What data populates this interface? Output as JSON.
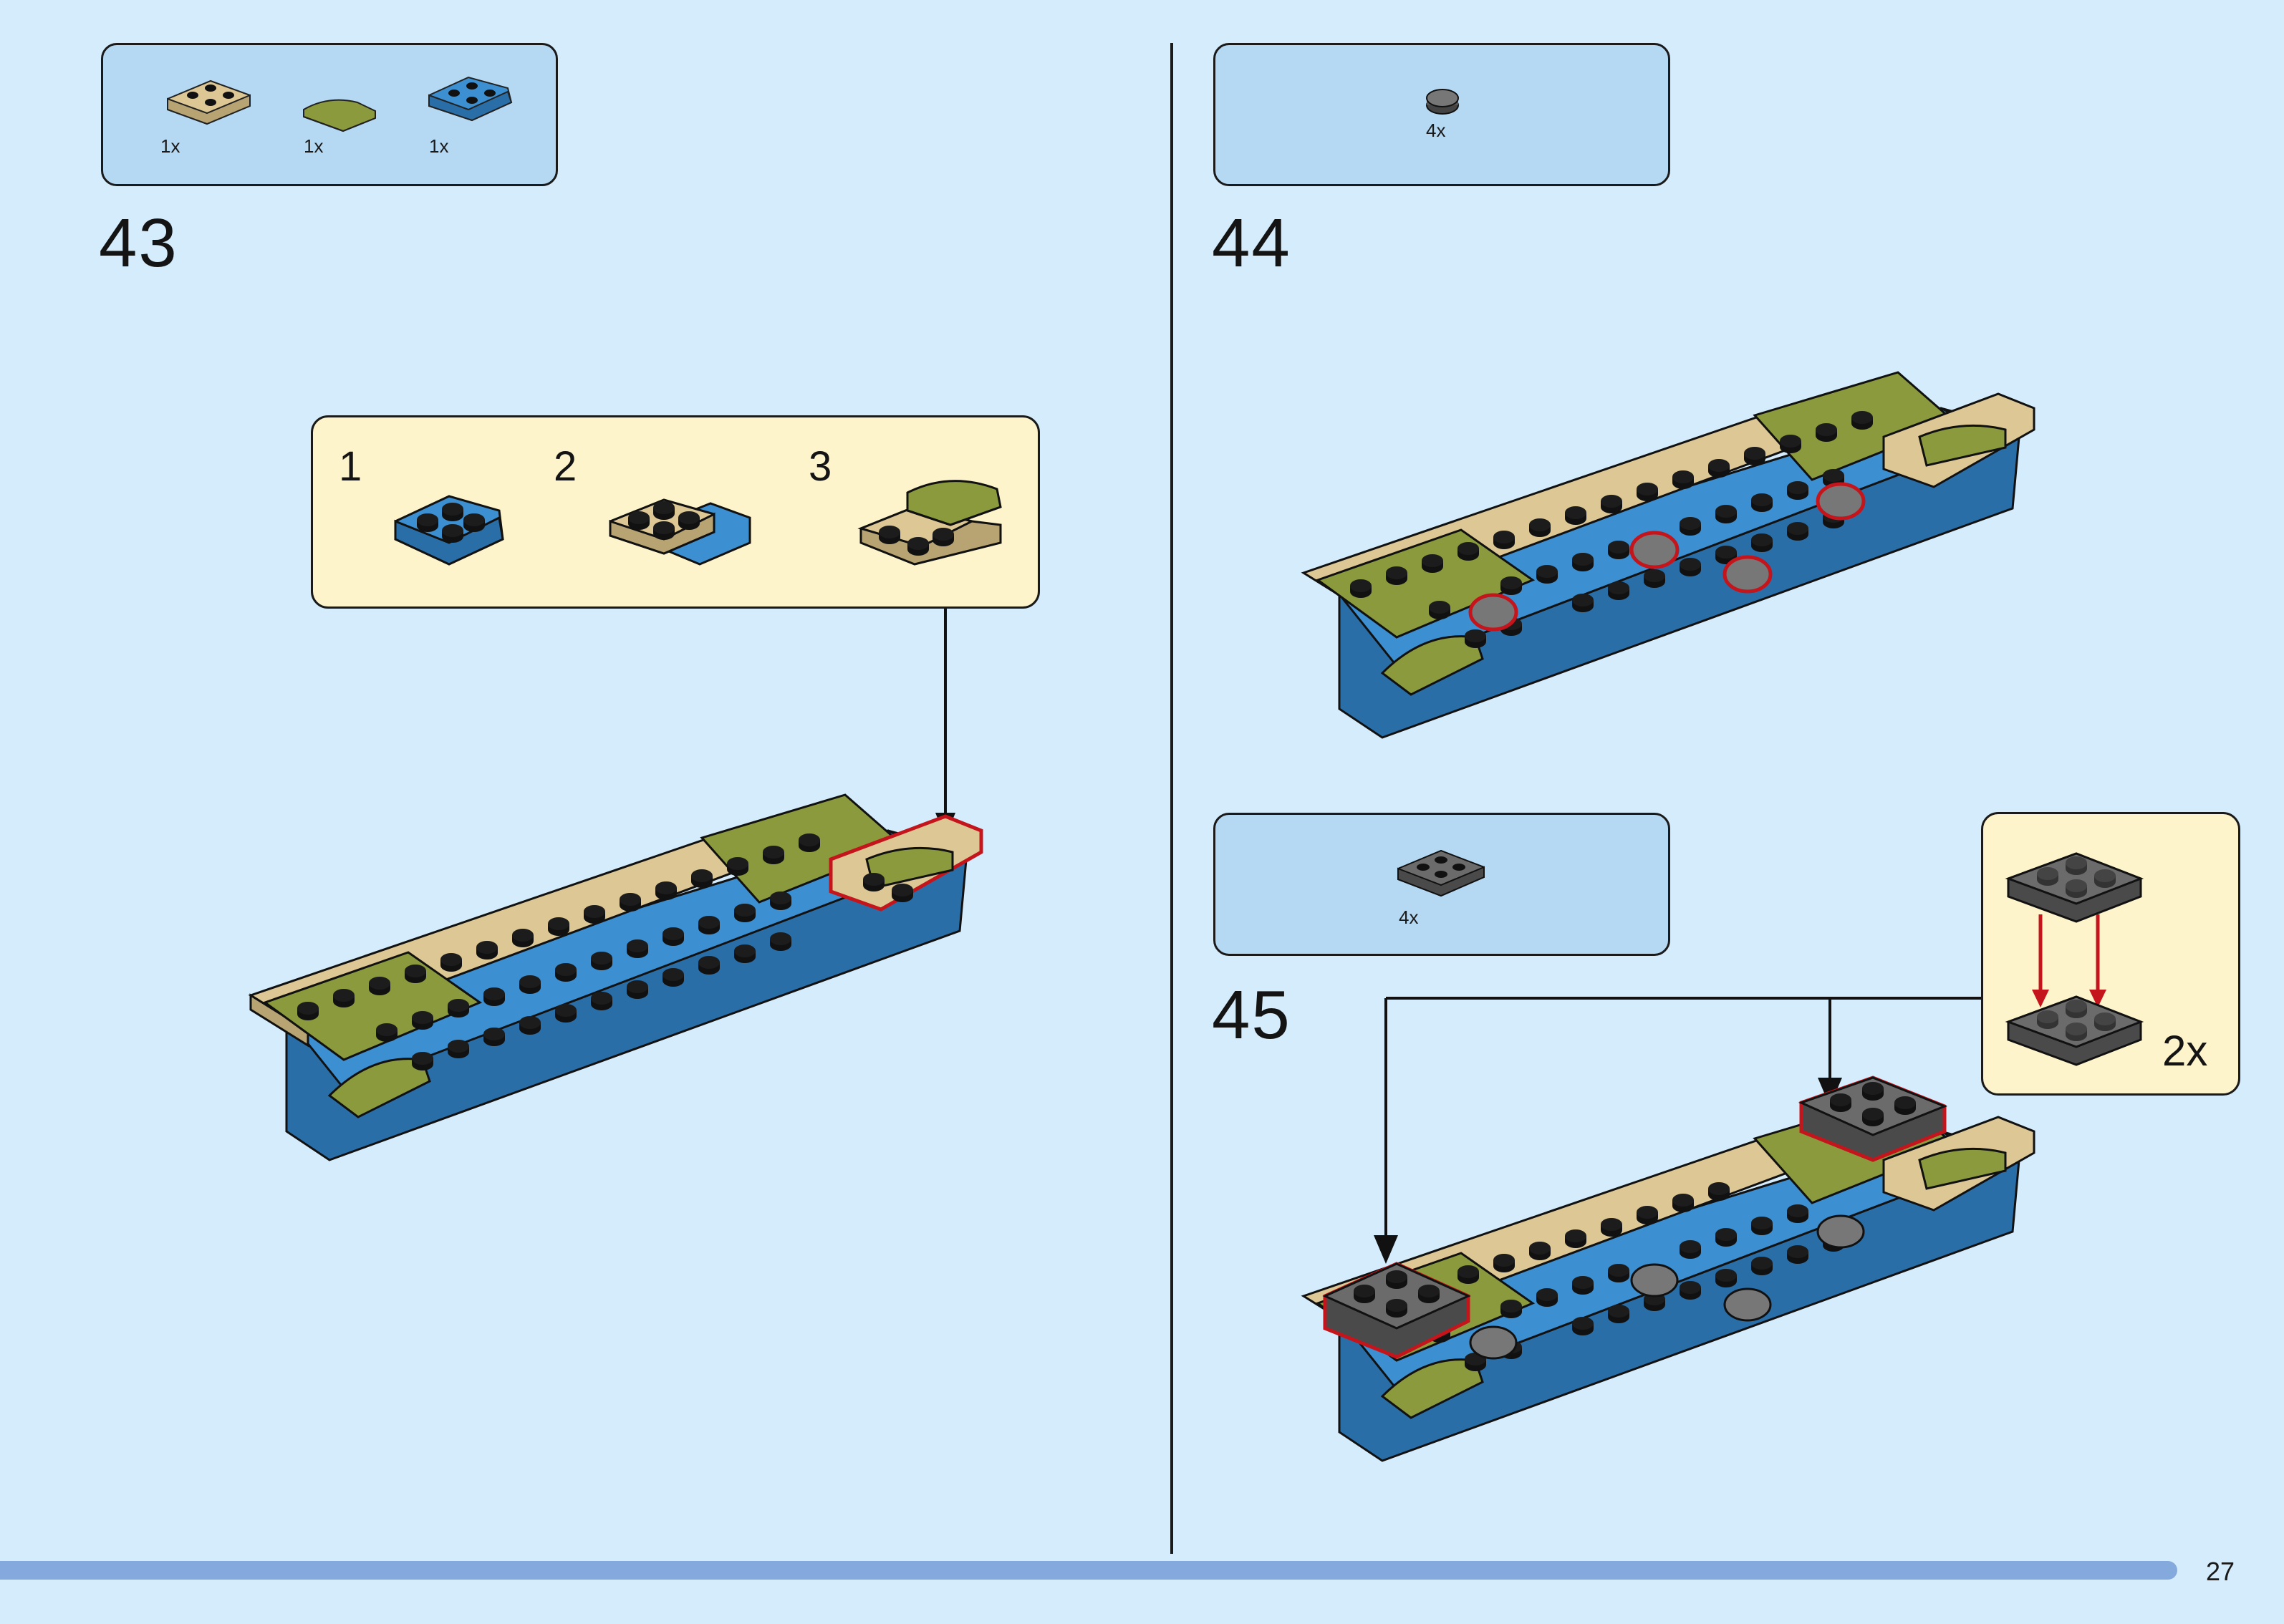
{
  "page_number": "27",
  "steps": [
    {
      "number": "43",
      "parts": [
        {
          "icon": "tan-2x2-wedge-plate-icon",
          "qty": "1x"
        },
        {
          "icon": "olive-curved-slope-icon",
          "qty": "1x"
        },
        {
          "icon": "blue-2x2-wedge-plate-icon",
          "qty": "1x"
        }
      ],
      "substeps": [
        "1",
        "2",
        "3"
      ]
    },
    {
      "number": "44",
      "parts": [
        {
          "icon": "dark-gray-round-tile-icon",
          "qty": "4x"
        }
      ]
    },
    {
      "number": "45",
      "parts": [
        {
          "icon": "dark-gray-2x2-plate-icon",
          "qty": "4x"
        }
      ],
      "callout_multiplier": "2x"
    }
  ],
  "colors": {
    "background": "#d4ecfb",
    "parts_box": "#b6d9f3",
    "callout_box": "#fdf4cc",
    "brick_blue": "#3c8fd0",
    "brick_tan": "#dcc795",
    "brick_olive": "#8a9a3d",
    "brick_dark_gray": "#6b6b6b",
    "highlight_red": "#c4151c",
    "footer_bar": "#84a9dd"
  }
}
